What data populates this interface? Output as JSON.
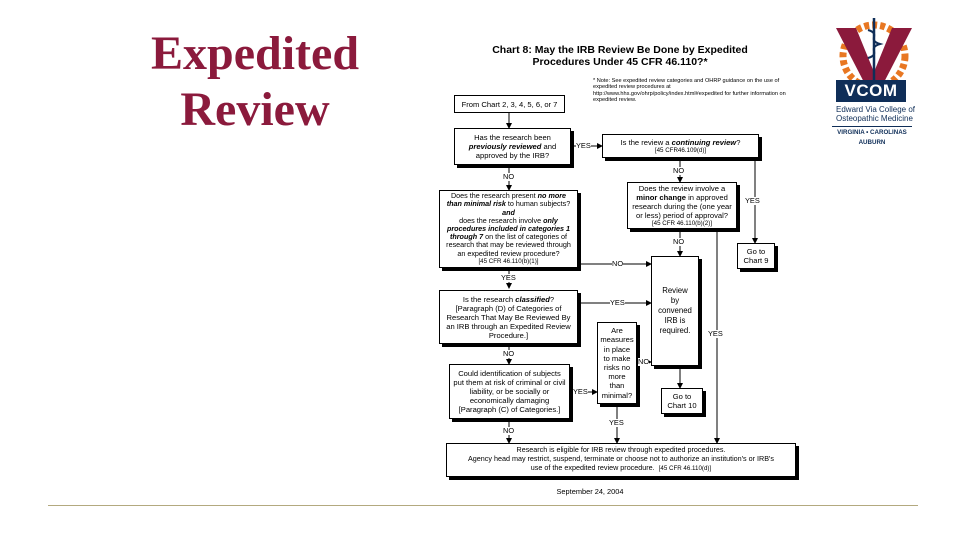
{
  "slide": {
    "title_line1": "Expedited",
    "title_line2": "Review"
  },
  "logo": {
    "wordmark": "VCOM",
    "line1": "Edward Via College of",
    "line2": "Osteopathic Medicine",
    "line3": "VIRGINIA • CAROLINAS",
    "line4": "AUBURN",
    "colors": {
      "maroon": "#8b1a3c",
      "orange": "#e87722",
      "navy": "#0f2e58"
    }
  },
  "flowchart": {
    "title_line1": "Chart 8:  May the IRB Review Be Done by Expedited",
    "title_line2": "Procedures Under 45 CFR 46.110?*",
    "note": "* Note:  See expedited review categories and OHRP guidance on the use of expedited review procedures at http://www.hhs.gov/ohrp/policy/index.html#expedited for further information on expedited review.",
    "start": "From Chart 2, 3, 4, 5, 6, or 7",
    "q_prev": {
      "l1": "Has the research been",
      "l2": "previously reviewed",
      "l2b": " and",
      "l3": "approved by the IRB?"
    },
    "q_continuing": {
      "text": "Is the review a ",
      "em": "continuing review",
      "end": "?",
      "ref": "[45 CFR46.109(d)]"
    },
    "q_minor": {
      "l1": "Does the review involve a",
      "em": "minor change",
      "l2": " in approved",
      "l3": "research during the (one year",
      "l4": "or less) period of approval?",
      "ref": "[45 CFR 46.110(b)(2)]"
    },
    "chart9": {
      "l1": "Go to",
      "l2": "Chart 9"
    },
    "q_minimal": {
      "l1": "Does the research present ",
      "em1": "no more",
      "em2": "than minimal risk",
      "l2": " to human subjects?",
      "and": "and",
      "l3": "does the research involve ",
      "em3": "only",
      "em4": "procedures included in categories 1",
      "em5": "through 7",
      "l4": " on the list of categories of",
      "l5": "research that may be reviewed through",
      "l6": "an expedited review procedure?",
      "ref": "[45 CFR 46.110(b)(1)]"
    },
    "convened": {
      "l1": "Review",
      "l2": "by",
      "l3": "convened",
      "l4": "IRB is",
      "l5": "required."
    },
    "q_classified": {
      "l1": "Is the research ",
      "em": "classified",
      "end": "?",
      "l2": "[Paragraph (D) of Categories of",
      "l3": "Research That May Be Reviewed By",
      "l4": "an IRB through an Expedited Review",
      "l5": "Procedure.]"
    },
    "q_measures": {
      "l1": "Are",
      "l2": "measures",
      "l3": "in place",
      "l4": "to make",
      "l5": "risks no",
      "l6": "more",
      "l7": "than",
      "l8": "minimal?"
    },
    "chart10": {
      "l1": "Go to",
      "l2": "Chart 10"
    },
    "q_identification": {
      "l1": "Could identification of subjects",
      "l2": "put them at risk of criminal or civil",
      "l3": "liability, or be socially or",
      "l4": "economically damaging",
      "l5": "[Paragraph (C) of Categories.]"
    },
    "eligible": {
      "l1": "Research is eligible for IRB review through expedited procedures.",
      "l2": "Agency head may restrict, suspend, terminate or choose not to authorize an institution's or IRB's",
      "l3": "use of the expedited review procedure.",
      "ref": "[45 CFR 46.110(d)]"
    },
    "labels": {
      "yes": "YES",
      "no": "NO"
    },
    "date": "September 24, 2004"
  }
}
